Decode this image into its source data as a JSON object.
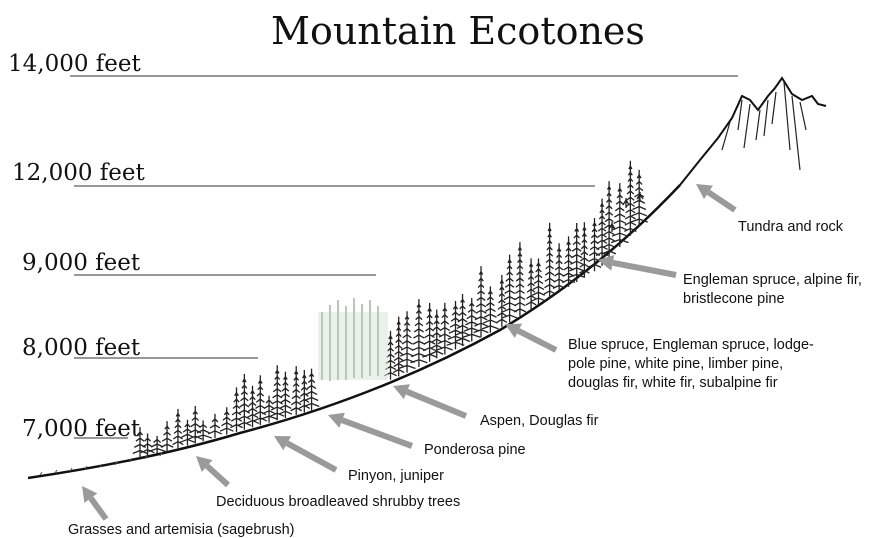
{
  "title": "Mountain Ecotones",
  "elevations": [
    {
      "label": "14,000 feet"
    },
    {
      "label": "12,000 feet"
    },
    {
      "label": "9,000 feet"
    },
    {
      "label": "8,000 feet"
    },
    {
      "label": "7,000 feet"
    }
  ],
  "zones": [
    {
      "lines": [
        "Tundra and rock"
      ]
    },
    {
      "lines": [
        "Engleman spruce, alpine fir,",
        "bristlecone pine"
      ]
    },
    {
      "lines": [
        "Blue spruce, Engleman spruce, lodge-",
        "pole pine, white pine, limber pine,",
        "douglas fir, white fir, subalpine fir"
      ]
    },
    {
      "lines": [
        "Aspen, Douglas fir"
      ]
    },
    {
      "lines": [
        "Ponderosa pine"
      ]
    },
    {
      "lines": [
        "Pinyon, juniper"
      ]
    },
    {
      "lines": [
        "Deciduous broadleaved shrubby trees"
      ]
    },
    {
      "lines": [
        "Grasses and artemisia (sagebrush)"
      ]
    }
  ],
  "colors": {
    "arrow": "#9a9a9a",
    "ink": "#111111"
  }
}
